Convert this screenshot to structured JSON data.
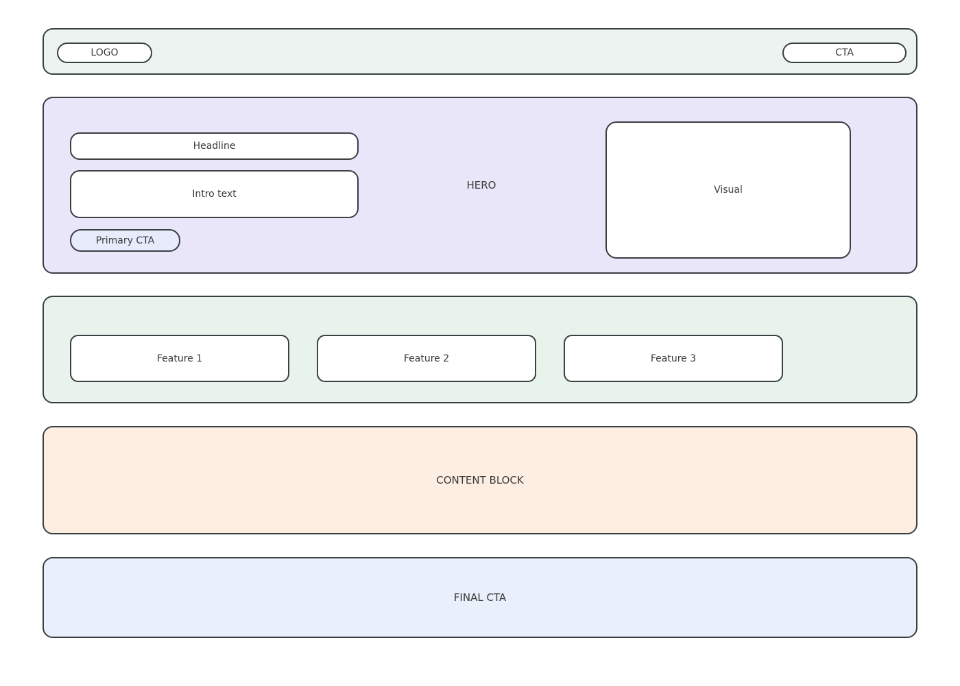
{
  "topbar": {
    "logo_label": "LOGO",
    "cta_label": "CTA",
    "background": "#ecf3f1"
  },
  "hero": {
    "label": "HERO",
    "headline_label": "Headline",
    "intro_label": "Intro text",
    "primary_cta_label": "Primary CTA",
    "visual_label": "Visual",
    "background": "#e9e6fa",
    "primary_cta_background": "#e7ebfc"
  },
  "features": {
    "background": "#e8f3ec",
    "items": [
      {
        "label": "Feature 1"
      },
      {
        "label": "Feature 2"
      },
      {
        "label": "Feature 3"
      }
    ]
  },
  "content_block": {
    "label": "CONTENT BLOCK",
    "background": "#fdeee1"
  },
  "final_cta": {
    "label": "FINAL CTA",
    "background": "#e9effb"
  },
  "colors": {
    "border": "#3a3f42",
    "text": "#3a3a3a",
    "page_background": "#ffffff"
  }
}
